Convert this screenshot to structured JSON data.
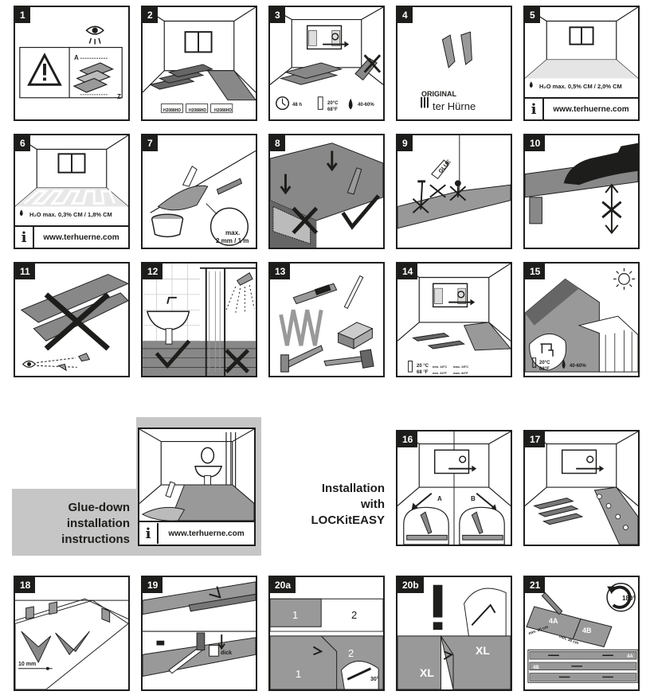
{
  "panels": {
    "p1": {
      "num": "1",
      "label_a": "A",
      "label_z": "Z"
    },
    "p2": {
      "num": "2",
      "box_label": "H2088HD"
    },
    "p3": {
      "num": "3",
      "time": "48 h",
      "temp_c": "20°C",
      "temp_f": "68°F",
      "humidity": "40-60%"
    },
    "p4": {
      "num": "4",
      "original": "ORIGINAL",
      "brand": "ter Hürne"
    },
    "p5": {
      "num": "5",
      "moisture": "H₂O max. 0,5% CM / 2,0% CM",
      "url": "www.terhuerne.com"
    },
    "p6": {
      "num": "6",
      "moisture": "H₂O max. 0,3% CM / 1,8% CM",
      "url": "www.terhuerne.com"
    },
    "p7": {
      "num": "7",
      "max_label": "max.",
      "max_value": "2 mm / 1 m"
    },
    "p8": {
      "num": "8"
    },
    "p9": {
      "num": "9",
      "glue": "GLUE"
    },
    "p10": {
      "num": "10"
    },
    "p11": {
      "num": "11"
    },
    "p12": {
      "num": "12"
    },
    "p13": {
      "num": "13"
    },
    "p14": {
      "num": "14",
      "temp_c": "20 °C",
      "temp_f": "68 °F",
      "min_c": "min. 18°C",
      "max_c": "max. 28°C",
      "min_f": "min. 64°F",
      "max_f": "max. 82°F"
    },
    "p15": {
      "num": "15",
      "temp_c": "20°C",
      "temp_f": "68°F",
      "humidity": "40-60%"
    },
    "p16": {
      "num": "16",
      "label_a": "A",
      "label_b": "B"
    },
    "p17": {
      "num": "17"
    },
    "p18": {
      "num": "18",
      "gap": "10 mm"
    },
    "p19": {
      "num": "19",
      "dick": "dick"
    },
    "p20a": {
      "num": "20a",
      "one": "1",
      "two": "2",
      "angle": "30°"
    },
    "p20b": {
      "num": "20b",
      "xl1": "XL",
      "xl2": "XL"
    },
    "p21": {
      "num": "21",
      "rot": "180°",
      "min1": "min. 30 cm",
      "min2": "min. 30 cm",
      "b4a": "4A",
      "b4b": "4B",
      "r4a": "4A",
      "r4b": "4B"
    }
  },
  "glue_box": {
    "title_lines": [
      "Glue-down",
      "installation",
      "instructions"
    ],
    "url": "www.terhuerne.com"
  },
  "locking": {
    "title_lines": [
      "Installation",
      "with",
      "LOCKitEASY"
    ]
  }
}
